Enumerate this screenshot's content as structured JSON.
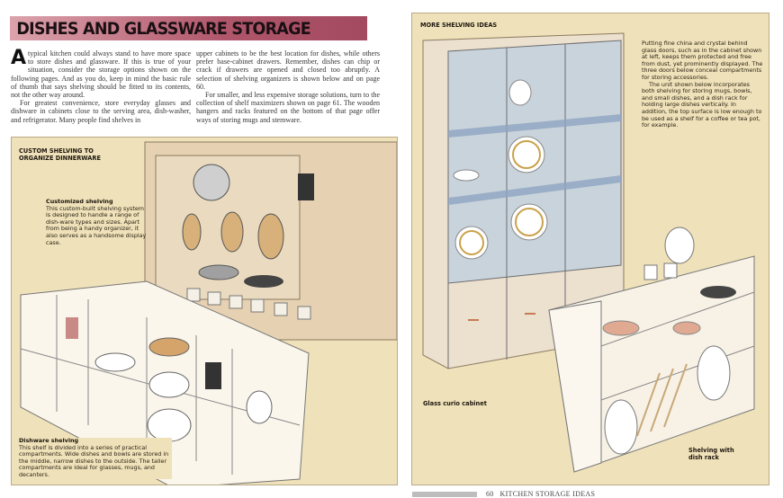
{
  "page_title": "DISHES AND GLASSWARE STORAGE",
  "intro": {
    "dropcap": "A",
    "col1_p1": "typical kitchen could always stand to have more space to store dishes and glassware. If this is true of your situation, consider the storage options shown on the following pages. And as you do, keep in mind the basic rule of thumb that says shelving should be fitted to its contents, not the other way around.",
    "col1_p2": "For greatest convenience, store everyday glasses and dishware in cabinets close to the serving area, dish-washer, and refrigerator. Many people find shelves in",
    "col2_p1": "upper cabinets to be the best location for dishes, while others prefer base-cabinet drawers. Remember, dishes can chip or crack if drawers are opened and closed too abruptly. A selection of shelving organizers is shown below and on page 60.",
    "col2_p2": "For smaller, and less expensive storage solutions, turn to the collection of shelf maximizers shown on page 61. The wooden hangers and racks featured on the bottom of that page offer ways of storing mugs and stemware."
  },
  "left_panel": {
    "heading": "CUSTOM SHELVING TO ORGANIZE DINNERWARE",
    "customized": {
      "title": "Customized shelving",
      "text": "This custom-built shelving system is designed to handle a range of dish-ware types and sizes. Apart from being a handy organizer, it also serves as a handsome display case."
    },
    "dishware": {
      "title": "Dishware shelving",
      "text": "This shelf is divided into a series of practical compartments. Wide dishes and bowls are stored in the middle, narrow dishes to the outside. The taller compartments are ideal for glasses, mugs, and decanters."
    }
  },
  "right_panel": {
    "heading": "MORE SHELVING IDEAS",
    "text_p1": "Putting fine china and crystal behind glass doors, such as in the cabinet shown at left, keeps them protected and free from dust, yet prominently displayed. The three doors below conceal compartments for storing accessories.",
    "text_p2": "The unit shown below incorporates both shelving for storing mugs, bowls, and small dishes, and a dish rack for holding large dishes vertically. In addition, the top surface is low enough to be used as a shelf for a coffee or tea pot, for example.",
    "caption_cabinet": "Glass curio cabinet",
    "caption_rack": "Shelving with dish rack"
  },
  "footer": {
    "page_number": "60",
    "section": "KITCHEN STORAGE IDEAS"
  },
  "colors": {
    "title_bar": "#b0566b",
    "panel": "#efe1b9",
    "glass": "#9fb3c8",
    "wood": "#e9d6bf"
  }
}
